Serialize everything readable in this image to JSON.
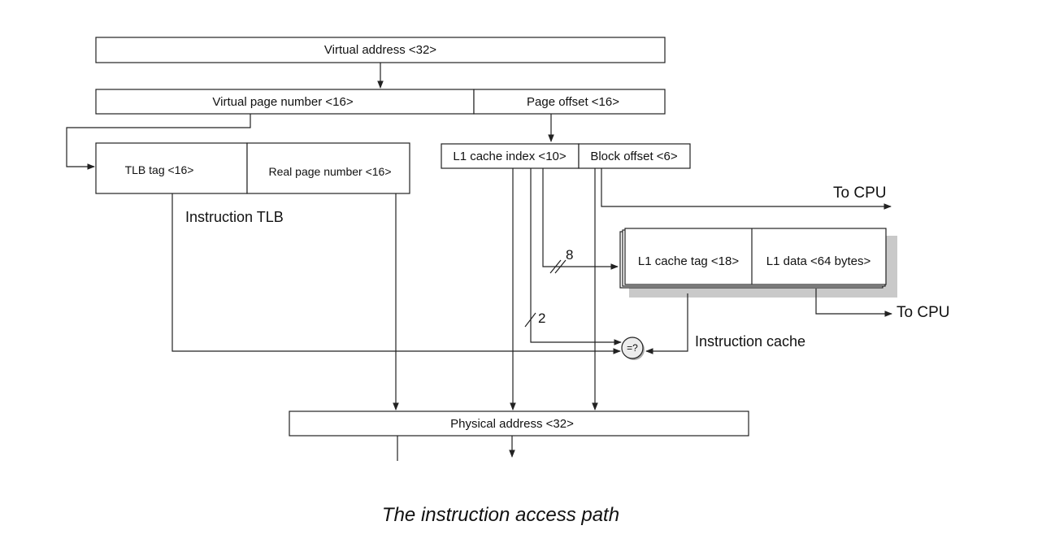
{
  "diagram": {
    "virtual_address": "Virtual address <32>",
    "virtual_page_number": "Virtual page number <16>",
    "page_offset": "Page offset <16>",
    "tlb_tag": "TLB tag  <16>",
    "real_page_number": "Real page number <16>",
    "instruction_tlb": "Instruction TLB",
    "l1_cache_index": "L1 cache index <10>",
    "block_offset": "Block offset <6>",
    "to_cpu_top": "To CPU",
    "l1_cache_tag": "L1 cache tag <18>",
    "l1_data": "L1 data <64 bytes>",
    "to_cpu_bottom": "To CPU",
    "bus_width_8": "8",
    "bus_width_2": "2",
    "comparator": "=?",
    "instruction_cache": "Instruction cache",
    "physical_address": "Physical address <32>"
  },
  "caption": "The instruction access path"
}
